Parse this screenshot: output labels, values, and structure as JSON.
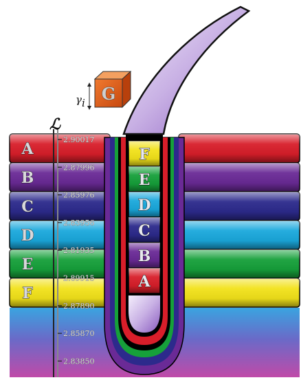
{
  "bands": [
    {
      "letter": "A",
      "color": "#d81e2a"
    },
    {
      "letter": "B",
      "color": "#6a2a96"
    },
    {
      "letter": "C",
      "color": "#2c2a8c"
    },
    {
      "letter": "D",
      "color": "#1aa8dc"
    },
    {
      "letter": "E",
      "color": "#16a03a"
    },
    {
      "letter": "F",
      "color": "#f2e21a"
    }
  ],
  "tube_cells": [
    {
      "letter": "F",
      "color": "#f2e21a"
    },
    {
      "letter": "E",
      "color": "#16a03a"
    },
    {
      "letter": "D",
      "color": "#1aa8dc"
    },
    {
      "letter": "C",
      "color": "#2c2a8c"
    },
    {
      "letter": "B",
      "color": "#6a2a96"
    },
    {
      "letter": "A",
      "color": "#d81e2a"
    }
  ],
  "scale": {
    "symbol": "ℒ",
    "ticks": [
      "2.90017",
      "2.87996",
      "2.85976",
      "2.83956",
      "2.81935",
      "2.89915",
      "2.87890",
      "2.85870",
      "2.83850"
    ]
  },
  "cube": {
    "letter": "G",
    "color": "#e8601c"
  },
  "gamma_label": "γ",
  "gamma_subscript": "i"
}
